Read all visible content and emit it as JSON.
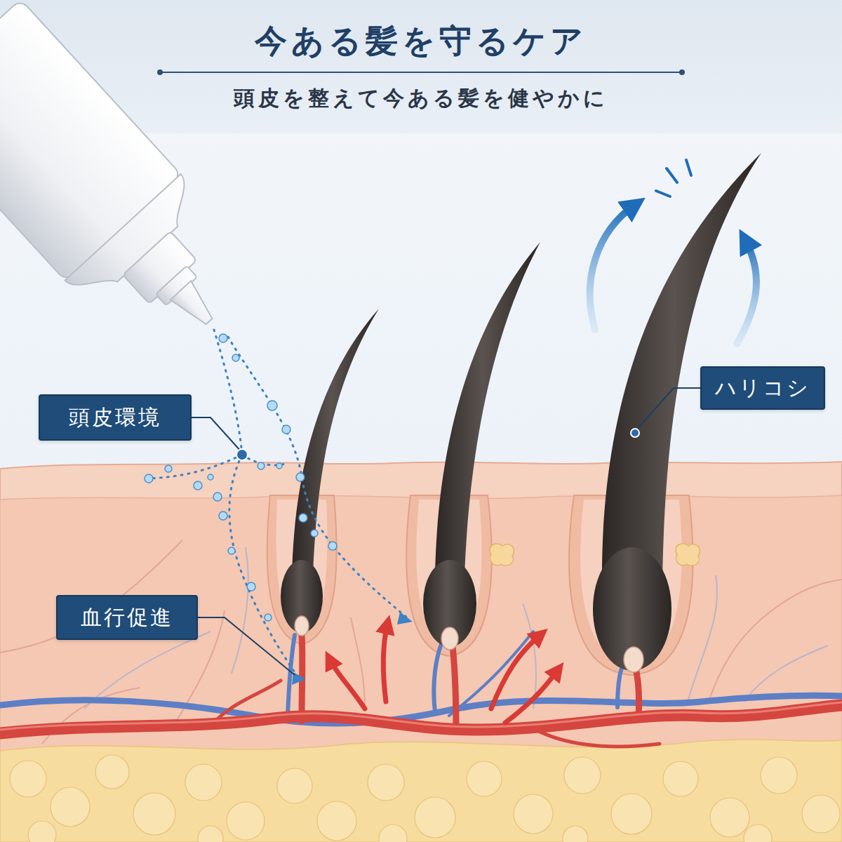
{
  "diagram": {
    "title": "今ある髪を守るケア",
    "caption": "頭皮を整えて今ある髪を健やかに",
    "nodes": [
      {
        "text": [
          "頭皮環境"
        ]
      },
      {
        "text": [
          "ハリコシ"
        ]
      },
      {
        "text": [
          "血行促進"
        ]
      }
    ]
  }
}
